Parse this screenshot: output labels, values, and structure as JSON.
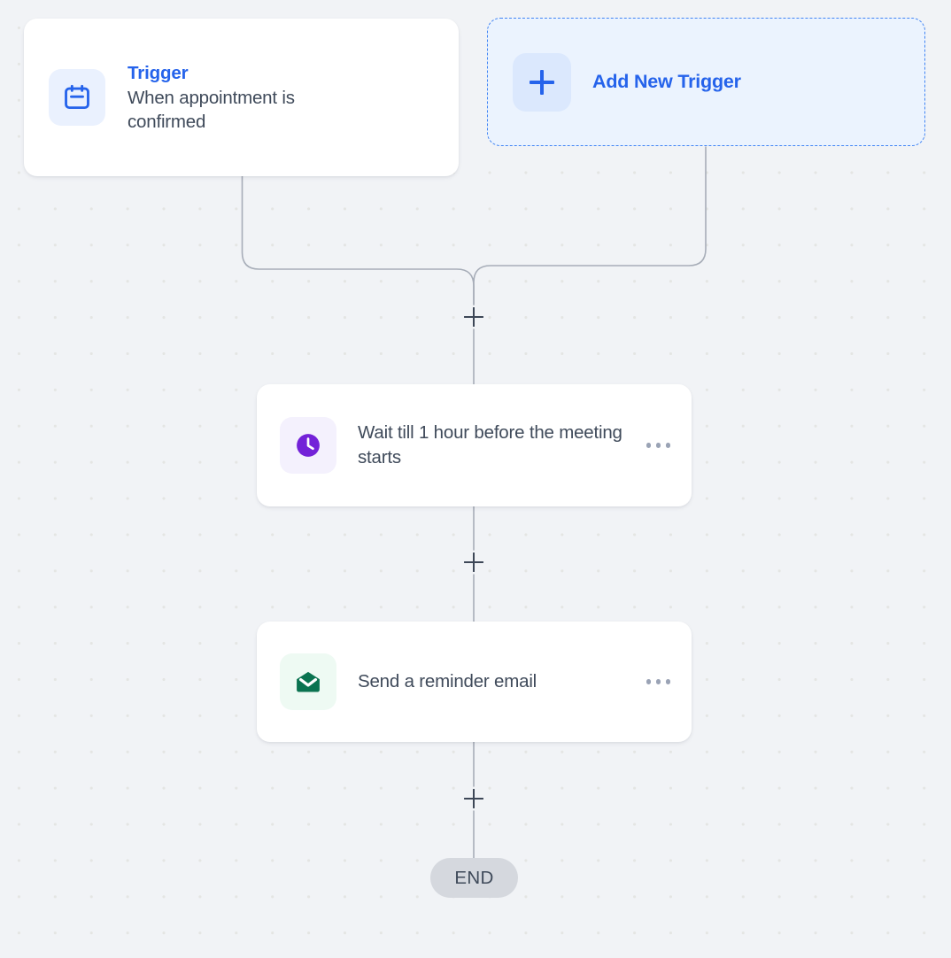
{
  "canvas": {
    "background_color": "#f1f3f6",
    "dot_color": "#e4e5e3",
    "connector_color": "#a7adb8"
  },
  "trigger_node": {
    "icon": "calendar-icon",
    "icon_color": "#2563eb",
    "icon_bg": "#eaf1fe",
    "label": "Trigger",
    "label_color": "#2563eb",
    "description": "When appointment is confirmed",
    "description_color": "#3f4a5a"
  },
  "add_trigger_node": {
    "icon": "plus-icon",
    "label": "Add New Trigger",
    "label_color": "#2563eb",
    "fill_color": "#ebf3fe",
    "border_color": "#4285f4",
    "border_style": "dashed"
  },
  "steps": [
    {
      "id": "wait-step",
      "icon": "clock-icon",
      "icon_color": "#7322d8",
      "icon_bg": "#f4f1fd",
      "text": "Wait till 1 hour before the meeting starts",
      "menu": "more-options"
    },
    {
      "id": "email-step",
      "icon": "envelope-icon",
      "icon_color": "#0a7350",
      "icon_bg": "#eefaf3",
      "text": "Send a reminder email",
      "menu": "more-options"
    }
  ],
  "add_step_buttons": [
    {
      "id": "add-step-1",
      "label": "+"
    },
    {
      "id": "add-step-2",
      "label": "+"
    },
    {
      "id": "add-step-3",
      "label": "+"
    }
  ],
  "end_badge": {
    "label": "END",
    "background": "#d5d8de",
    "text_color": "#3f4a5a"
  }
}
